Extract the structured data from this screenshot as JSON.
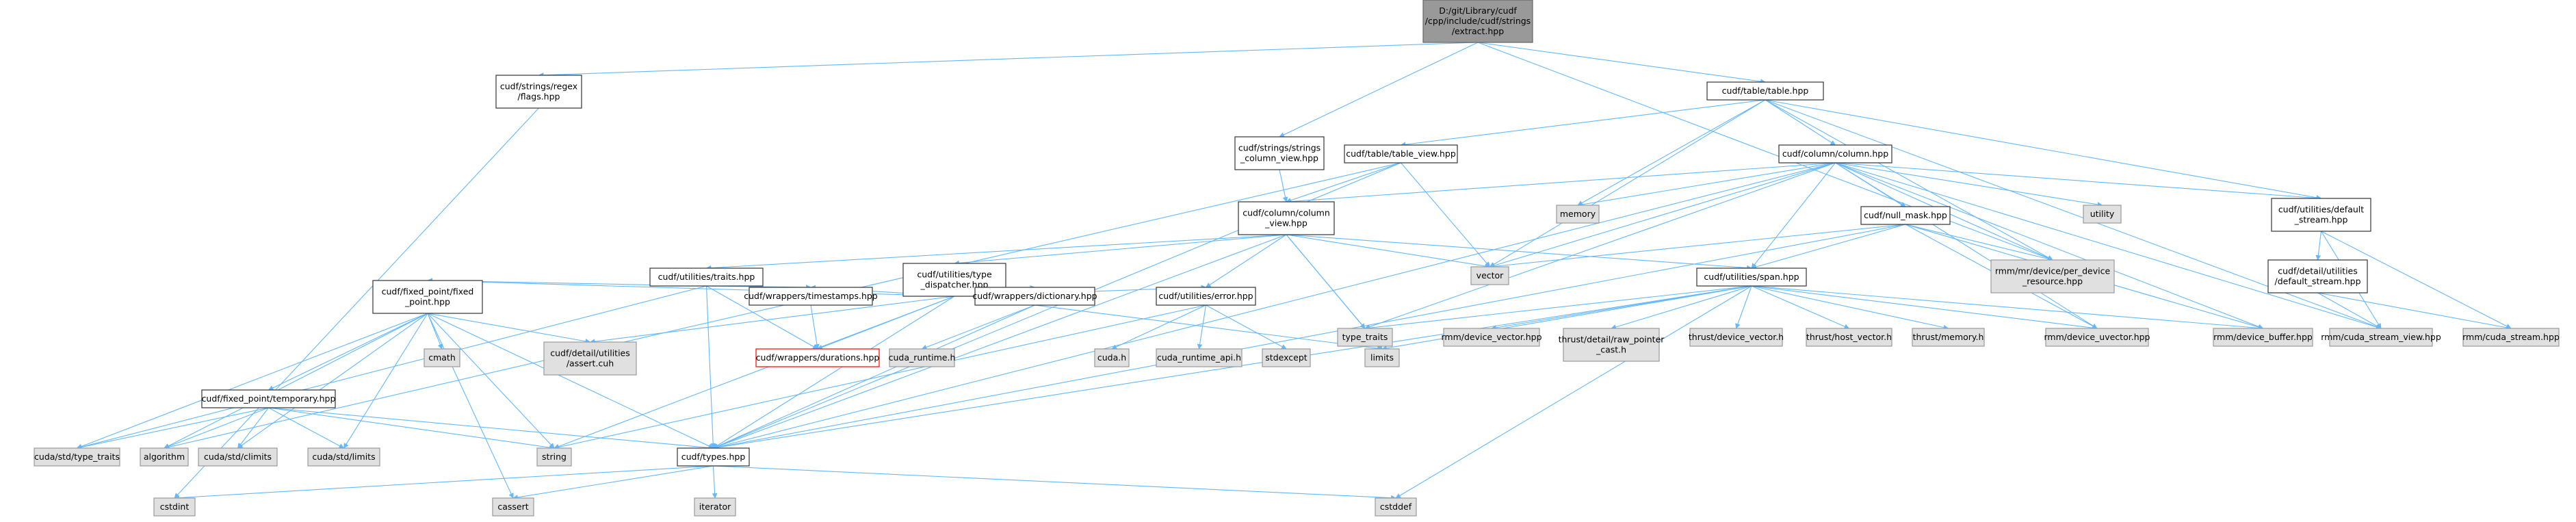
{
  "colors": {
    "edge": "#63b8ff",
    "root_fill": "#999999",
    "root_stroke": "#666666",
    "local_fill": "#ffffff",
    "local_stroke": "#333333",
    "system_fill": "#e0e0e0",
    "system_stroke": "#999999",
    "missing_stroke": "#ff0000"
  },
  "nodes": [
    {
      "id": "root",
      "lines": [
        "D:/git/Library/cudf",
        "/cpp/include/cudf/strings",
        "/extract.hpp"
      ],
      "kind": "root"
    },
    {
      "id": "regex_flags",
      "lines": [
        "cudf/strings/regex",
        "/flags.hpp"
      ],
      "kind": "local"
    },
    {
      "id": "strings_column_view",
      "lines": [
        "cudf/strings/strings",
        "_column_view.hpp"
      ],
      "kind": "local"
    },
    {
      "id": "table",
      "lines": [
        "cudf/table/table.hpp"
      ],
      "kind": "local"
    },
    {
      "id": "table_view",
      "lines": [
        "cudf/table/table_view.hpp"
      ],
      "kind": "local"
    },
    {
      "id": "column",
      "lines": [
        "cudf/column/column.hpp"
      ],
      "kind": "local"
    },
    {
      "id": "column_view",
      "lines": [
        "cudf/column/column",
        "_view.hpp"
      ],
      "kind": "local"
    },
    {
      "id": "memory",
      "lines": [
        "memory"
      ],
      "kind": "system"
    },
    {
      "id": "utility",
      "lines": [
        "utility"
      ],
      "kind": "system"
    },
    {
      "id": "default_stream",
      "lines": [
        "cudf/utilities/default",
        "_stream.hpp"
      ],
      "kind": "local"
    },
    {
      "id": "null_mask",
      "lines": [
        "cudf/null_mask.hpp"
      ],
      "kind": "local"
    },
    {
      "id": "per_device_resource",
      "lines": [
        "rmm/mr/device/per_device",
        "_resource.hpp"
      ],
      "kind": "system"
    },
    {
      "id": "vector",
      "lines": [
        "vector"
      ],
      "kind": "system"
    },
    {
      "id": "detail_default_stream",
      "lines": [
        "cudf/detail/utilities",
        "/default_stream.hpp"
      ],
      "kind": "local"
    },
    {
      "id": "traits",
      "lines": [
        "cudf/utilities/traits.hpp"
      ],
      "kind": "local"
    },
    {
      "id": "type_dispatcher",
      "lines": [
        "cudf/utilities/type",
        "_dispatcher.hpp"
      ],
      "kind": "local"
    },
    {
      "id": "span",
      "lines": [
        "cudf/utilities/span.hpp"
      ],
      "kind": "local"
    },
    {
      "id": "fixed_point",
      "lines": [
        "cudf/fixed_point/fixed",
        "_point.hpp"
      ],
      "kind": "local"
    },
    {
      "id": "timestamps",
      "lines": [
        "cudf/wrappers/timestamps.hpp"
      ],
      "kind": "local"
    },
    {
      "id": "dictionary",
      "lines": [
        "cudf/wrappers/dictionary.hpp"
      ],
      "kind": "local"
    },
    {
      "id": "error",
      "lines": [
        "cudf/utilities/error.hpp"
      ],
      "kind": "local"
    },
    {
      "id": "type_traits",
      "lines": [
        "type_traits"
      ],
      "kind": "system"
    },
    {
      "id": "rmm_device_vector",
      "lines": [
        "rmm/device_vector.hpp"
      ],
      "kind": "system"
    },
    {
      "id": "raw_pointer_cast",
      "lines": [
        "thrust/detail/raw_pointer",
        "_cast.h"
      ],
      "kind": "system"
    },
    {
      "id": "thrust_device_vector",
      "lines": [
        "thrust/device_vector.h"
      ],
      "kind": "system"
    },
    {
      "id": "thrust_host_vector",
      "lines": [
        "thrust/host_vector.h"
      ],
      "kind": "system"
    },
    {
      "id": "thrust_memory",
      "lines": [
        "thrust/memory.h"
      ],
      "kind": "system"
    },
    {
      "id": "device_uvector",
      "lines": [
        "rmm/device_uvector.hpp"
      ],
      "kind": "system"
    },
    {
      "id": "device_buffer",
      "lines": [
        "rmm/device_buffer.hpp"
      ],
      "kind": "system"
    },
    {
      "id": "cuda_stream_view",
      "lines": [
        "rmm/cuda_stream_view.hpp"
      ],
      "kind": "system"
    },
    {
      "id": "cuda_stream",
      "lines": [
        "rmm/cuda_stream.hpp"
      ],
      "kind": "system"
    },
    {
      "id": "cmath",
      "lines": [
        "cmath"
      ],
      "kind": "system"
    },
    {
      "id": "assert_cuh",
      "lines": [
        "cudf/detail/utilities",
        "/assert.cuh"
      ],
      "kind": "system"
    },
    {
      "id": "durations",
      "lines": [
        "cudf/wrappers/durations.hpp"
      ],
      "kind": "missing"
    },
    {
      "id": "cuda_runtime",
      "lines": [
        "cuda_runtime.h"
      ],
      "kind": "system"
    },
    {
      "id": "cuda_h",
      "lines": [
        "cuda.h"
      ],
      "kind": "system"
    },
    {
      "id": "cuda_runtime_api",
      "lines": [
        "cuda_runtime_api.h"
      ],
      "kind": "system"
    },
    {
      "id": "stdexcept",
      "lines": [
        "stdexcept"
      ],
      "kind": "system"
    },
    {
      "id": "limits",
      "lines": [
        "limits"
      ],
      "kind": "system"
    },
    {
      "id": "temporary",
      "lines": [
        "cudf/fixed_point/temporary.hpp"
      ],
      "kind": "local"
    },
    {
      "id": "cuda_std_type_traits",
      "lines": [
        "cuda/std/type_traits"
      ],
      "kind": "system"
    },
    {
      "id": "algorithm",
      "lines": [
        "algorithm"
      ],
      "kind": "system"
    },
    {
      "id": "cuda_std_climits",
      "lines": [
        "cuda/std/climits"
      ],
      "kind": "system"
    },
    {
      "id": "cuda_std_limits",
      "lines": [
        "cuda/std/limits"
      ],
      "kind": "system"
    },
    {
      "id": "string",
      "lines": [
        "string"
      ],
      "kind": "system"
    },
    {
      "id": "types",
      "lines": [
        "cudf/types.hpp"
      ],
      "kind": "local"
    },
    {
      "id": "cstdint",
      "lines": [
        "cstdint"
      ],
      "kind": "system"
    },
    {
      "id": "cassert",
      "lines": [
        "cassert"
      ],
      "kind": "system"
    },
    {
      "id": "iterator",
      "lines": [
        "iterator"
      ],
      "kind": "system"
    },
    {
      "id": "cstddef",
      "lines": [
        "cstddef"
      ],
      "kind": "system"
    }
  ],
  "edges": [
    [
      "root",
      "regex_flags"
    ],
    [
      "root",
      "strings_column_view"
    ],
    [
      "root",
      "table"
    ],
    [
      "root",
      "per_device_resource"
    ],
    [
      "regex_flags",
      "cstdint"
    ],
    [
      "strings_column_view",
      "column_view"
    ],
    [
      "table",
      "table_view"
    ],
    [
      "table",
      "column"
    ],
    [
      "table",
      "memory"
    ],
    [
      "table",
      "vector"
    ],
    [
      "table",
      "default_stream"
    ],
    [
      "table",
      "per_device_resource"
    ],
    [
      "table",
      "cuda_stream_view"
    ],
    [
      "table_view",
      "column_view"
    ],
    [
      "table_view",
      "types"
    ],
    [
      "table_view",
      "vector"
    ],
    [
      "table_view",
      "algorithm"
    ],
    [
      "column",
      "column_view"
    ],
    [
      "column",
      "null_mask"
    ],
    [
      "column",
      "types"
    ],
    [
      "column",
      "default_stream"
    ],
    [
      "column",
      "span"
    ],
    [
      "column",
      "device_buffer"
    ],
    [
      "column",
      "device_uvector"
    ],
    [
      "column",
      "per_device_resource"
    ],
    [
      "column",
      "memory"
    ],
    [
      "column",
      "type_traits"
    ],
    [
      "column",
      "utility"
    ],
    [
      "column",
      "vector"
    ],
    [
      "column",
      "cuda_stream_view"
    ],
    [
      "column_view",
      "traits"
    ],
    [
      "column_view",
      "type_dispatcher"
    ],
    [
      "column_view",
      "error"
    ],
    [
      "column_view",
      "span"
    ],
    [
      "column_view",
      "types"
    ],
    [
      "column_view",
      "limits"
    ],
    [
      "column_view",
      "type_traits"
    ],
    [
      "column_view",
      "vector"
    ],
    [
      "default_stream",
      "detail_default_stream"
    ],
    [
      "default_stream",
      "cuda_stream_view"
    ],
    [
      "default_stream",
      "cuda_stream"
    ],
    [
      "detail_default_stream",
      "cuda_stream_view"
    ],
    [
      "detail_default_stream",
      "cuda_stream"
    ],
    [
      "null_mask",
      "types"
    ],
    [
      "null_mask",
      "span"
    ],
    [
      "null_mask",
      "device_buffer"
    ],
    [
      "null_mask",
      "per_device_resource"
    ],
    [
      "null_mask",
      "vector"
    ],
    [
      "null_mask",
      "device_uvector"
    ],
    [
      "traits",
      "fixed_point"
    ],
    [
      "traits",
      "timestamps"
    ],
    [
      "traits",
      "durations"
    ],
    [
      "traits",
      "types"
    ],
    [
      "traits",
      "cuda_std_type_traits"
    ],
    [
      "type_dispatcher",
      "fixed_point"
    ],
    [
      "type_dispatcher",
      "timestamps"
    ],
    [
      "type_dispatcher",
      "durations"
    ],
    [
      "type_dispatcher",
      "dictionary"
    ],
    [
      "type_dispatcher",
      "error"
    ],
    [
      "type_dispatcher",
      "types"
    ],
    [
      "type_dispatcher",
      "assert_cuh"
    ],
    [
      "type_dispatcher",
      "string"
    ],
    [
      "span",
      "types"
    ],
    [
      "span",
      "rmm_device_vector"
    ],
    [
      "span",
      "raw_pointer_cast"
    ],
    [
      "span",
      "thrust_device_vector"
    ],
    [
      "span",
      "thrust_host_vector"
    ],
    [
      "span",
      "thrust_memory"
    ],
    [
      "span",
      "device_uvector"
    ],
    [
      "span",
      "device_buffer"
    ],
    [
      "span",
      "type_traits"
    ],
    [
      "span",
      "limits"
    ],
    [
      "span",
      "cstddef"
    ],
    [
      "fixed_point",
      "temporary"
    ],
    [
      "fixed_point",
      "types"
    ],
    [
      "fixed_point",
      "cmath"
    ],
    [
      "fixed_point",
      "assert_cuh"
    ],
    [
      "fixed_point",
      "cuda_std_type_traits"
    ],
    [
      "fixed_point",
      "algorithm"
    ],
    [
      "fixed_point",
      "cuda_std_climits"
    ],
    [
      "fixed_point",
      "cuda_std_limits"
    ],
    [
      "fixed_point",
      "string"
    ],
    [
      "fixed_point",
      "cassert"
    ],
    [
      "timestamps",
      "durations"
    ],
    [
      "dictionary",
      "types"
    ],
    [
      "dictionary",
      "cuda_runtime"
    ],
    [
      "dictionary",
      "limits"
    ],
    [
      "error",
      "cuda_h"
    ],
    [
      "error",
      "cuda_runtime_api"
    ],
    [
      "error",
      "stdexcept"
    ],
    [
      "error",
      "string"
    ],
    [
      "temporary",
      "types"
    ],
    [
      "temporary",
      "cuda_std_type_traits"
    ],
    [
      "temporary",
      "algorithm"
    ],
    [
      "temporary",
      "cuda_std_climits"
    ],
    [
      "temporary",
      "cuda_std_limits"
    ],
    [
      "temporary",
      "string"
    ],
    [
      "types",
      "cstdint"
    ],
    [
      "types",
      "cassert"
    ],
    [
      "types",
      "iterator"
    ],
    [
      "types",
      "cstddef"
    ]
  ]
}
